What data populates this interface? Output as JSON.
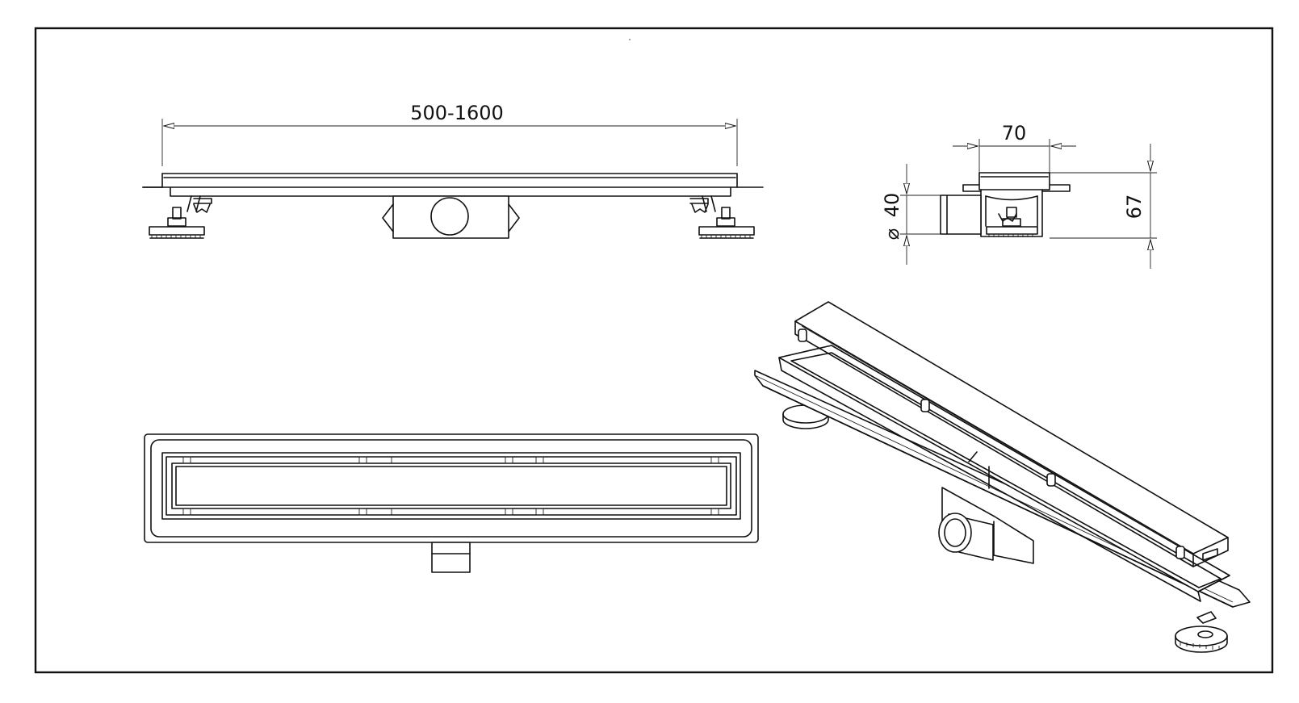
{
  "drawing": {
    "dimensions": {
      "length": "500-1600",
      "width": "70",
      "height": "67",
      "outlet_diameter": "40",
      "diameter_symbol": "⌀"
    }
  }
}
